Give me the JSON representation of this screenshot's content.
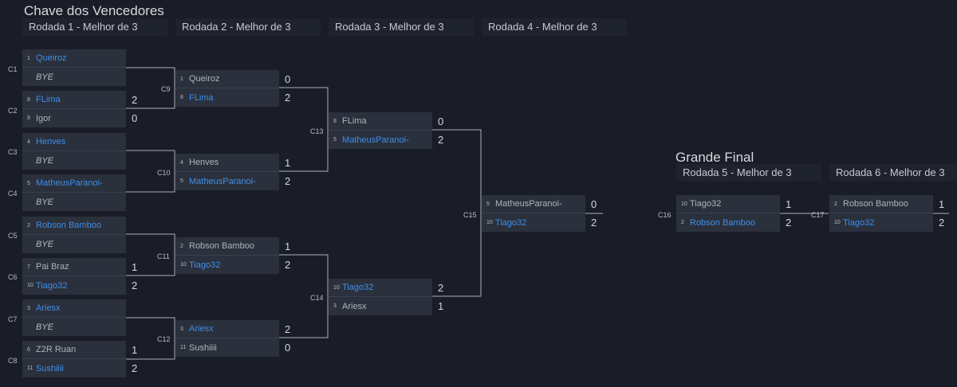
{
  "winners": {
    "title": "Chave dos Vencedores",
    "rounds": [
      "Rodada 1 - Melhor de 3",
      "Rodada 2 - Melhor de 3",
      "Rodada 3 - Melhor de 3",
      "Rodada 4 - Melhor de 3"
    ]
  },
  "final": {
    "title": "Grande Final",
    "rounds": [
      "Rodada 5 - Melhor de 3",
      "Rodada 6 - Melhor de 3"
    ]
  },
  "matches": [
    {
      "label": "C1",
      "p1": {
        "seed": "1",
        "name": "Queiroz",
        "score": "",
        "win": true
      },
      "p2": {
        "seed": "",
        "name": "BYE",
        "score": "",
        "win": false,
        "bye": true
      }
    },
    {
      "label": "C2",
      "p1": {
        "seed": "8",
        "name": "FLima",
        "score": "2",
        "win": true
      },
      "p2": {
        "seed": "9",
        "name": "Igor",
        "score": "0",
        "win": false
      }
    },
    {
      "label": "C3",
      "p1": {
        "seed": "4",
        "name": "Henves",
        "score": "",
        "win": true
      },
      "p2": {
        "seed": "",
        "name": "BYE",
        "score": "",
        "win": false,
        "bye": true
      }
    },
    {
      "label": "C4",
      "p1": {
        "seed": "5",
        "name": "MatheusParanoi-",
        "score": "",
        "win": true
      },
      "p2": {
        "seed": "",
        "name": "BYE",
        "score": "",
        "win": false,
        "bye": true
      }
    },
    {
      "label": "C5",
      "p1": {
        "seed": "2",
        "name": "Robson Bamboo",
        "score": "",
        "win": true
      },
      "p2": {
        "seed": "",
        "name": "BYE",
        "score": "",
        "win": false,
        "bye": true
      }
    },
    {
      "label": "C6",
      "p1": {
        "seed": "7",
        "name": "Pai Braz",
        "score": "1",
        "win": false
      },
      "p2": {
        "seed": "10",
        "name": "Tiago32",
        "score": "2",
        "win": true
      }
    },
    {
      "label": "C7",
      "p1": {
        "seed": "3",
        "name": "Ariesx",
        "score": "",
        "win": true
      },
      "p2": {
        "seed": "",
        "name": "BYE",
        "score": "",
        "win": false,
        "bye": true
      }
    },
    {
      "label": "C8",
      "p1": {
        "seed": "6",
        "name": "Z2R Ruan",
        "score": "1",
        "win": false
      },
      "p2": {
        "seed": "11",
        "name": "Sushiiii",
        "score": "2",
        "win": true
      }
    },
    {
      "label": "C9",
      "p1": {
        "seed": "1",
        "name": "Queiroz",
        "score": "0",
        "win": false
      },
      "p2": {
        "seed": "8",
        "name": "FLima",
        "score": "2",
        "win": true
      }
    },
    {
      "label": "C10",
      "p1": {
        "seed": "4",
        "name": "Henves",
        "score": "1",
        "win": false
      },
      "p2": {
        "seed": "5",
        "name": "MatheusParanoi-",
        "score": "2",
        "win": true
      }
    },
    {
      "label": "C11",
      "p1": {
        "seed": "2",
        "name": "Robson Bamboo",
        "score": "1",
        "win": false
      },
      "p2": {
        "seed": "10",
        "name": "Tiago32",
        "score": "2",
        "win": true
      }
    },
    {
      "label": "C12",
      "p1": {
        "seed": "3",
        "name": "Ariesx",
        "score": "2",
        "win": true
      },
      "p2": {
        "seed": "11",
        "name": "Sushiiii",
        "score": "0",
        "win": false
      }
    },
    {
      "label": "C13",
      "p1": {
        "seed": "8",
        "name": "FLima",
        "score": "0",
        "win": false
      },
      "p2": {
        "seed": "5",
        "name": "MatheusParanoi-",
        "score": "2",
        "win": true
      }
    },
    {
      "label": "C14",
      "p1": {
        "seed": "10",
        "name": "Tiago32",
        "score": "2",
        "win": true
      },
      "p2": {
        "seed": "3",
        "name": "Ariesx",
        "score": "1",
        "win": false
      }
    },
    {
      "label": "C15",
      "p1": {
        "seed": "5",
        "name": "MatheusParanoi-",
        "score": "0",
        "win": false
      },
      "p2": {
        "seed": "10",
        "name": "Tiago32",
        "score": "2",
        "win": true
      }
    },
    {
      "label": "C16",
      "p1": {
        "seed": "10",
        "name": "Tiago32",
        "score": "1",
        "win": false
      },
      "p2": {
        "seed": "2",
        "name": "Robson Bamboo",
        "score": "2",
        "win": true
      }
    },
    {
      "label": "C17",
      "p1": {
        "seed": "2",
        "name": "Robson Bamboo",
        "score": "1",
        "win": false
      },
      "p2": {
        "seed": "10",
        "name": "Tiago32",
        "score": "2",
        "win": true
      }
    }
  ],
  "colors": {
    "background": "#1a1d27",
    "slot": "#2b303d",
    "winner_text": "#3d8fe8",
    "connector": "#c5c8cf"
  }
}
